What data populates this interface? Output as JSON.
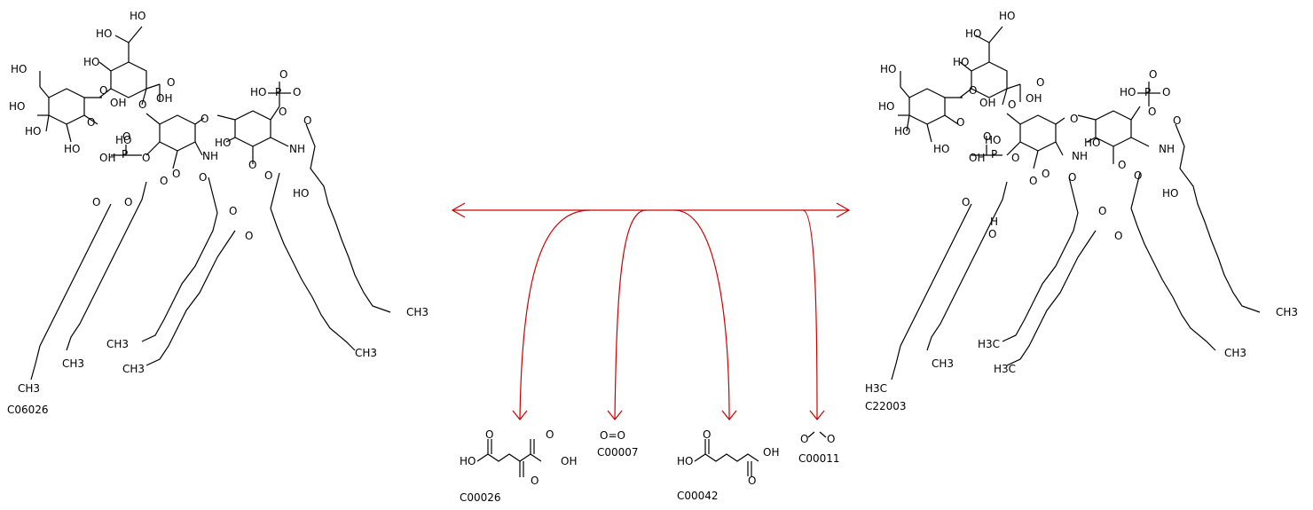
{
  "compounds": {
    "left_lipid": {
      "id": "C06026",
      "labels": [
        "HO",
        "HO",
        "HO",
        "O",
        "OH",
        "HO",
        "HO",
        "O",
        "O",
        "OH",
        "HO",
        "O",
        "O",
        "HO",
        "HO",
        "O",
        "OH",
        "O",
        "O",
        "HO",
        "P",
        "O",
        "O",
        "HO",
        "O",
        "NH",
        "O",
        "NH",
        "O",
        "O",
        "HO",
        "O",
        "O",
        "HO",
        "O",
        "O",
        "O",
        "P",
        "O",
        "HO",
        "HO"
      ],
      "methyls": [
        "CH3",
        "CH3",
        "CH3",
        "CH3",
        "CH3",
        "CH3"
      ]
    },
    "right_lipid": {
      "id": "C22003",
      "labels": [
        "HO",
        "HO",
        "HO",
        "O",
        "OH",
        "HO",
        "HO",
        "O",
        "O",
        "OH",
        "HO",
        "O",
        "O",
        "HO",
        "HO",
        "O",
        "OH",
        "O",
        "O",
        "HO",
        "P",
        "O",
        "O",
        "HO",
        "O",
        "NH",
        "O",
        "NH",
        "O",
        "O",
        "HO",
        "O",
        "O",
        "H",
        "O",
        "O",
        "O",
        "P",
        "O",
        "HO",
        "HO"
      ],
      "methyls": [
        "H3C",
        "CH3",
        "H3C",
        "H3C",
        "CH3",
        "CH3"
      ]
    },
    "small": [
      {
        "id": "C00026",
        "labels": [
          "O",
          "O",
          "HO",
          "OH",
          "O"
        ]
      },
      {
        "id": "C00007",
        "labels": [
          "O=O"
        ]
      },
      {
        "id": "C00042",
        "labels": [
          "O",
          "O",
          "HO",
          "OH"
        ]
      },
      {
        "id": "C00011",
        "labels": [
          "O",
          "O"
        ]
      }
    ]
  },
  "colors": {
    "reaction": "#cc0000",
    "bond": "#000000"
  }
}
